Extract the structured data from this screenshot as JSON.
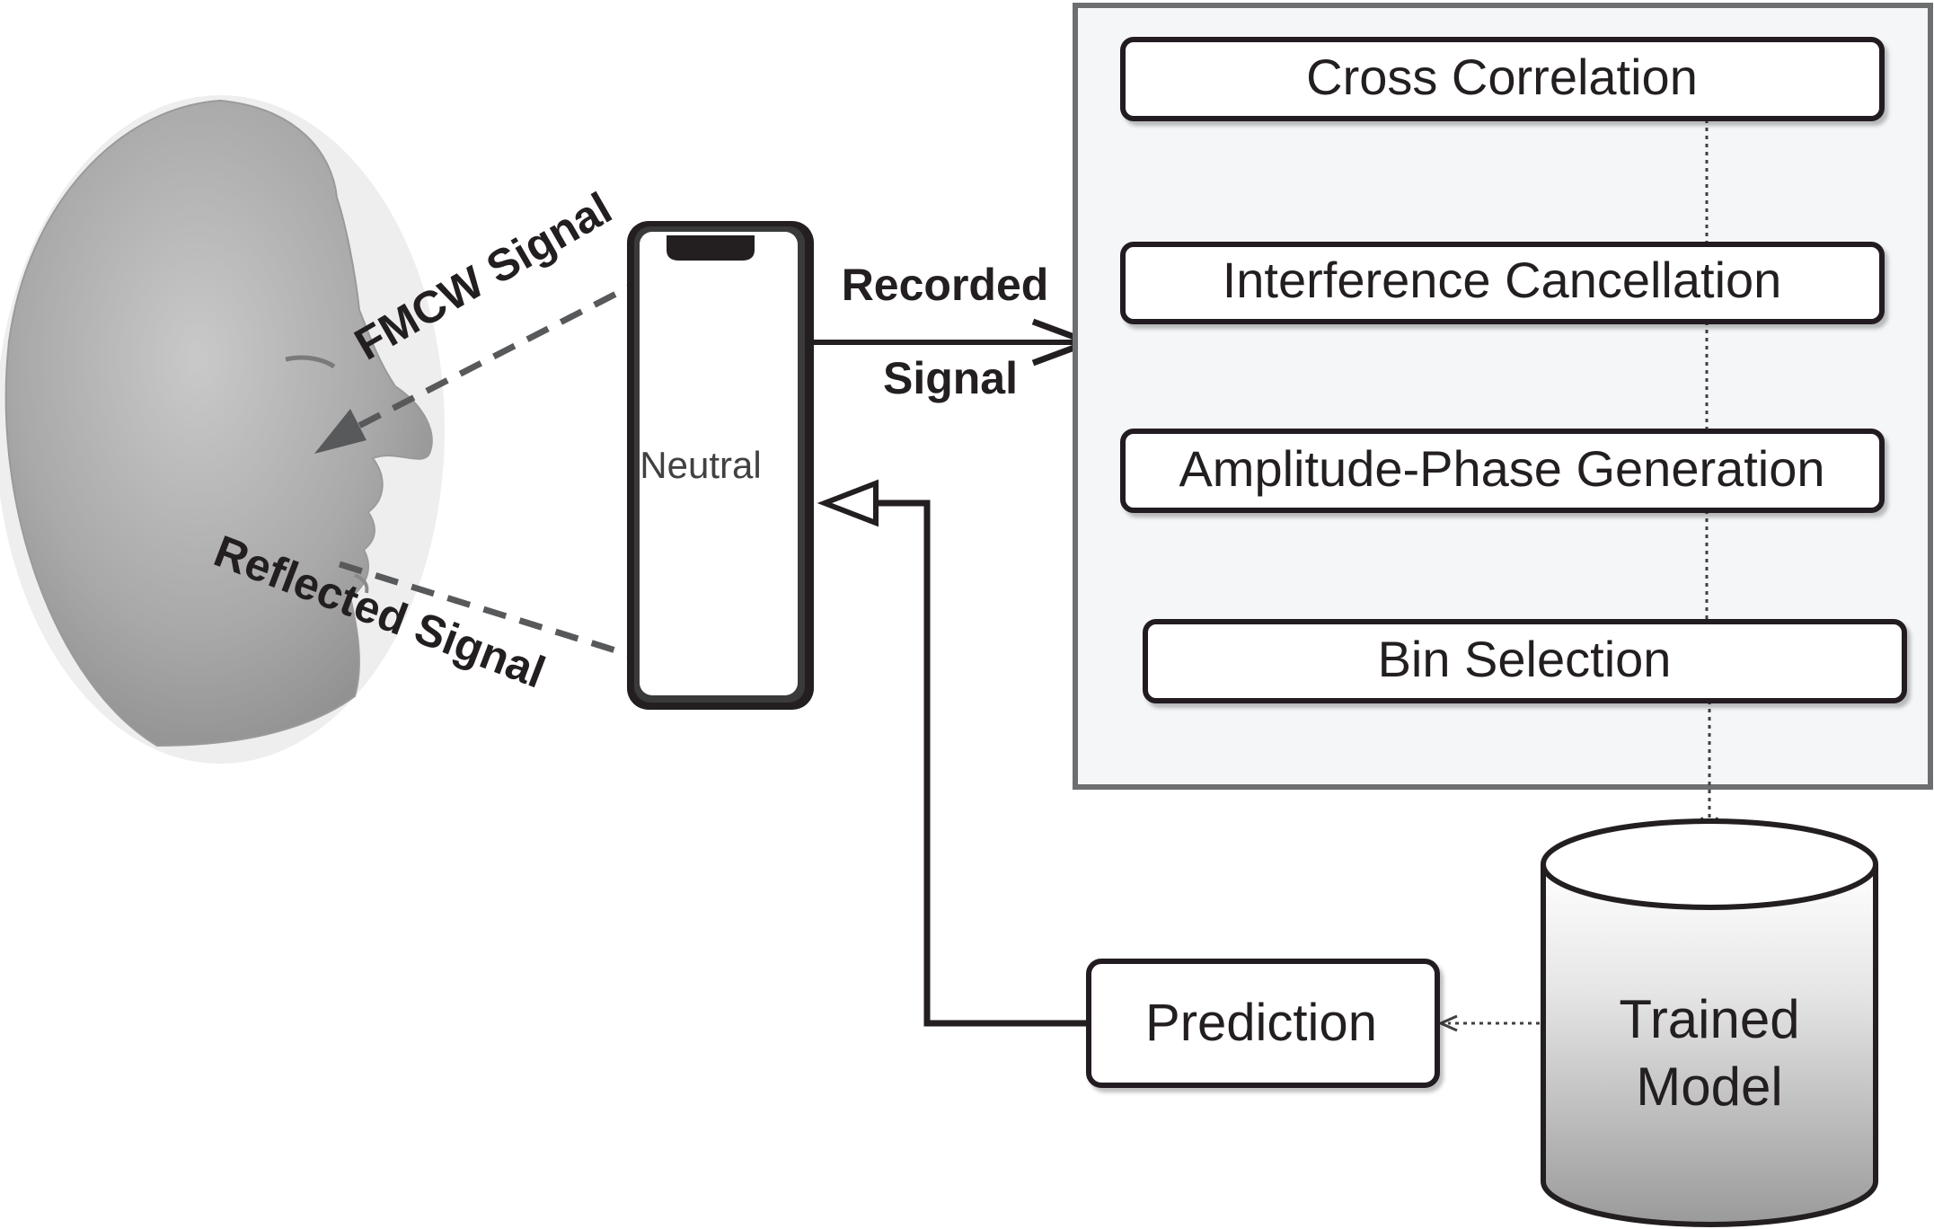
{
  "face": {
    "icon": "face-profile-icon"
  },
  "phone": {
    "screen_label": "Neutral"
  },
  "signals": {
    "fmcw": "FMCW Signal",
    "reflected": "Reflected Signal",
    "recorded_line1": "Recorded",
    "recorded_line2": "Signal"
  },
  "pipeline": {
    "steps": [
      {
        "label": "Cross Correlation"
      },
      {
        "label": "Interference Cancellation"
      },
      {
        "label": "Amplitude-Phase Generation"
      },
      {
        "label": "Bin Selection"
      }
    ]
  },
  "model": {
    "line1": "Trained",
    "line2": "Model"
  },
  "prediction": {
    "label": "Prediction"
  },
  "colors": {
    "stroke": "#231f20",
    "panel_fill": "#f5f6f8",
    "panel_border": "#6d6e70",
    "dashed_arrow": "#58595b",
    "face_fill": "#a8a8a8"
  }
}
